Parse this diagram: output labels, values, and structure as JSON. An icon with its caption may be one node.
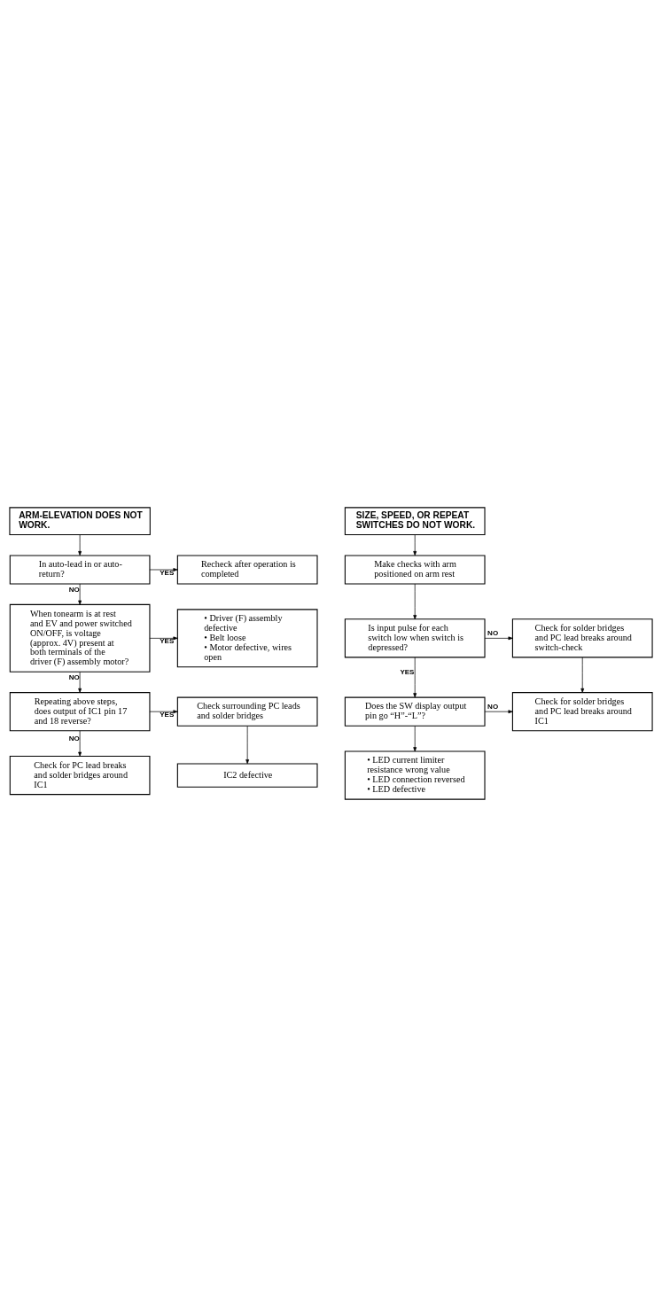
{
  "diagram": {
    "nodes": [
      {
        "text": [
          "ARM-ELEVATION DOES NOT WORK."
        ]
      },
      {
        "text": [
          "In auto-lead in or auto-return?"
        ]
      },
      {
        "text": [
          "Recheck after operation is completed"
        ]
      },
      {
        "text": [
          "When tonearm is at rest and EV and power switched ON/OFF, is voltage (approx. 4V) present at both terminals of the driver (F) assembly motor?"
        ]
      },
      {
        "text": [
          "• Driver (F) assembly defective",
          "• Belt loose",
          "• Motor defective, wires open"
        ]
      },
      {
        "text": [
          "Repeating above steps, does output of IC1 pin 17 and 18 reverse?"
        ]
      },
      {
        "text": [
          "Check surrounding PC leads and solder bridges"
        ]
      },
      {
        "text": [
          "Check for PC lead breaks and solder bridges around IC1"
        ]
      },
      {
        "text": [
          "IC2 defective"
        ]
      },
      {
        "text": [
          "SIZE, SPEED, OR REPEAT SWITCHES DO NOT WORK."
        ]
      },
      {
        "text": [
          "Make checks with arm positioned on arm rest"
        ]
      },
      {
        "text": [
          "Is input pulse for each switch low when switch is depressed?"
        ]
      },
      {
        "text": [
          "Check for solder bridges and PC lead breaks around switch-check"
        ]
      },
      {
        "text": [
          "Does the SW display output pin go “H”-“L”?"
        ]
      },
      {
        "text": [
          "Check for solder bridges and PC lead breaks around IC1"
        ]
      },
      {
        "text": [
          "• LED current limiter resistance wrong value",
          "• LED connection reversed",
          "• LED defective"
        ]
      }
    ],
    "edges": [
      {
        "from": 0,
        "to": 1,
        "arrow": "to"
      },
      {
        "from": 1,
        "to": 2,
        "arrow": "to",
        "label": "YES"
      },
      {
        "from": 1,
        "to": 3,
        "arrow": "to",
        "label": "NO"
      },
      {
        "from": 3,
        "to": 4,
        "arrow": "to",
        "label": "YES"
      },
      {
        "from": 3,
        "to": 5,
        "arrow": "to",
        "label": "NO"
      },
      {
        "from": 5,
        "to": 6,
        "arrow": "to",
        "label": "YES"
      },
      {
        "from": 5,
        "to": 7,
        "arrow": "to",
        "label": "NO"
      },
      {
        "from": 6,
        "to": 8,
        "arrow": "to"
      },
      {
        "from": 9,
        "to": 10,
        "arrow": "to"
      },
      {
        "from": 10,
        "to": 11,
        "arrow": "to"
      },
      {
        "from": 11,
        "to": 12,
        "arrow": "to",
        "label": "NO"
      },
      {
        "from": 11,
        "to": 13,
        "arrow": "to",
        "label": "YES"
      },
      {
        "from": 12,
        "to": 14,
        "arrow": "to"
      },
      {
        "from": 13,
        "to": 14,
        "arrow": "to",
        "label": "NO"
      },
      {
        "from": 13,
        "to": 15,
        "arrow": "to"
      }
    ]
  }
}
